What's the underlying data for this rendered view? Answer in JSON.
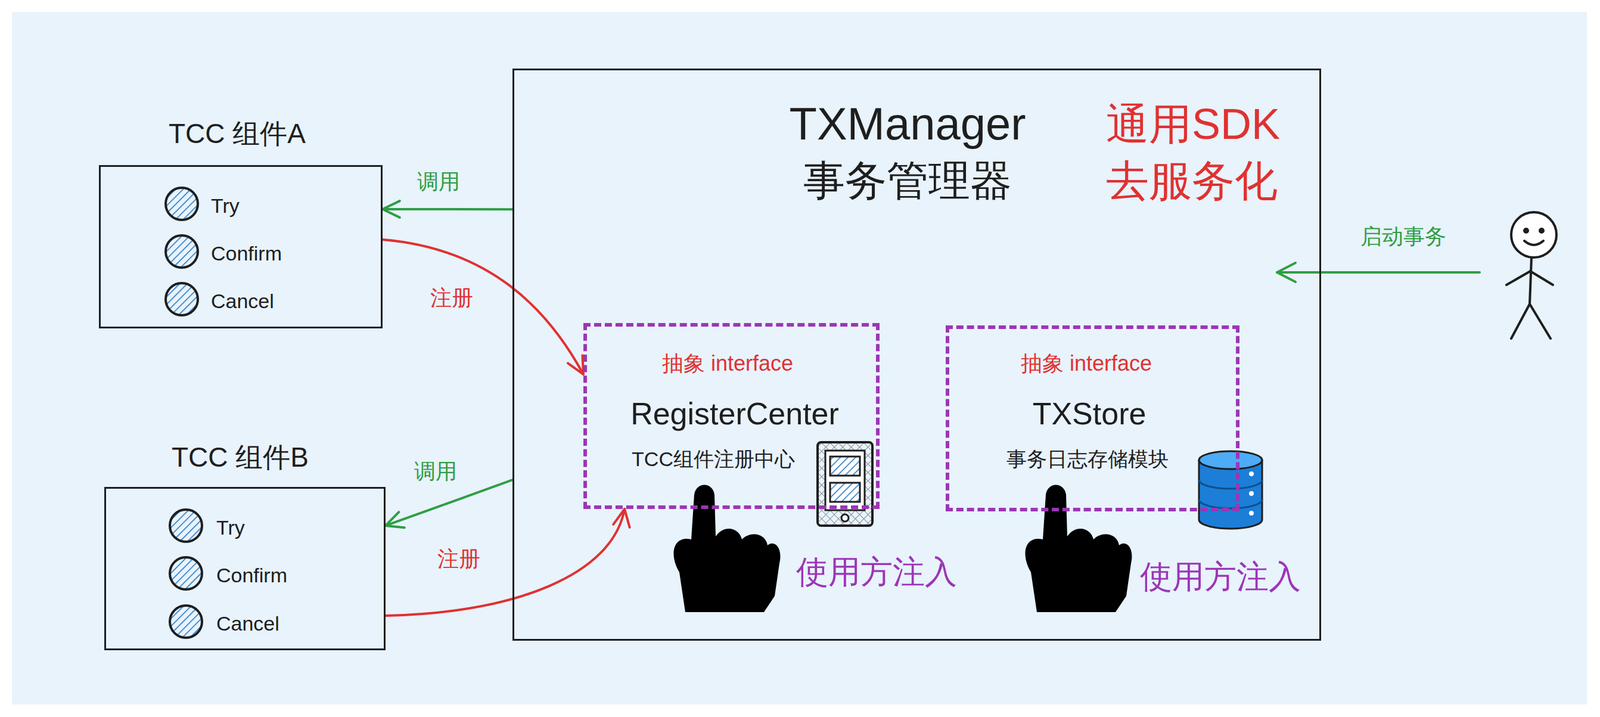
{
  "diagram": {
    "nodes": [
      {
        "text": [
          "TCC 组件A",
          "Try",
          "Confirm",
          "Cancel"
        ]
      },
      {
        "text": [
          "TXManager",
          "事务管理器",
          "通用SDK",
          "去服务化"
        ]
      },
      {
        "text": [
          "抽象 interface",
          "RegisterCenter",
          "TCC组件注册中心"
        ],
        "in": 1
      },
      {
        "text": [
          "抽象 interface",
          "TXStore",
          "事务日志存储模块"
        ],
        "in": 1
      },
      {
        "text": [
          "TCC 组件B",
          "Try",
          "Confirm",
          "Cancel"
        ]
      }
    ],
    "edges": [
      {
        "from": 1,
        "to": 0,
        "arrow": "to",
        "label": "调用"
      },
      {
        "from": 0,
        "to": 2,
        "arrow": "to",
        "label": "注册"
      },
      {
        "from": 1,
        "to": 4,
        "arrow": "to",
        "label": "调用"
      },
      {
        "from": 4,
        "to": 2,
        "arrow": "to",
        "label": "注册"
      }
    ],
    "labels": [
      "使用方注入",
      "使用方注入",
      "启动事务"
    ]
  }
}
